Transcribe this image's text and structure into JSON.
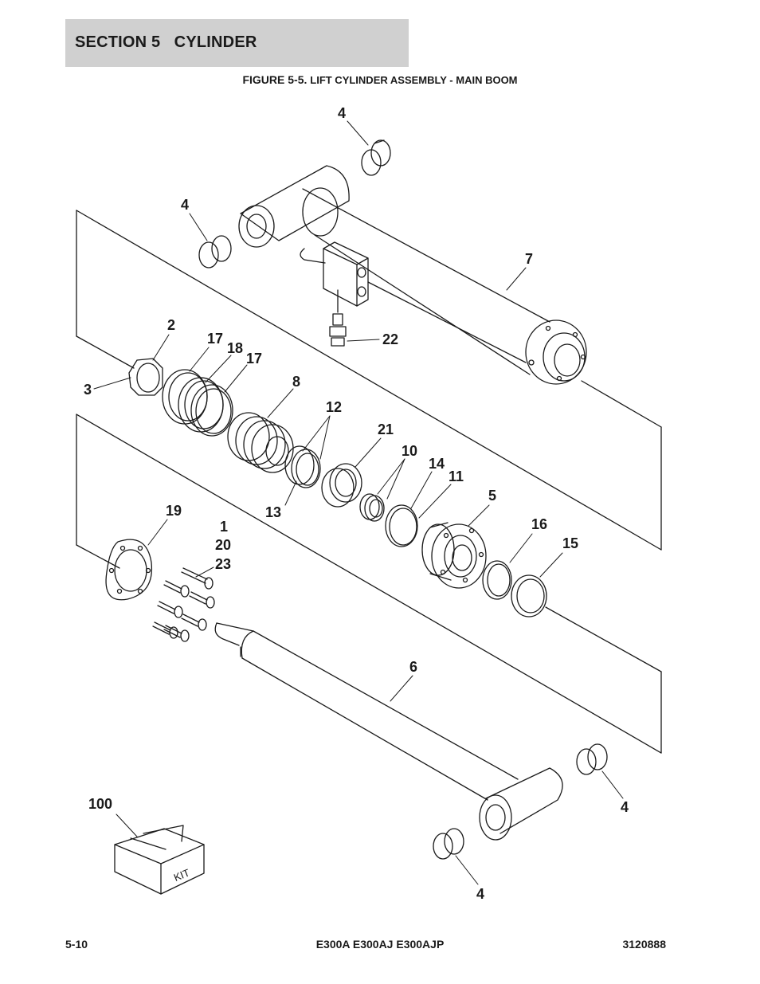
{
  "header": {
    "section": "SECTION 5",
    "title": "CYLINDER"
  },
  "figure": {
    "number": "FIGURE 5-5.",
    "title": "LIFT CYLINDER ASSEMBLY - MAIN BOOM"
  },
  "callouts": {
    "c4_top": "4",
    "c4_left": "4",
    "c7": "7",
    "c22": "22",
    "c2": "2",
    "c3": "3",
    "c17a": "17",
    "c18": "18",
    "c17b": "17",
    "c8": "8",
    "c12": "12",
    "c13": "13",
    "c21": "21",
    "c10": "10",
    "c14": "14",
    "c11": "11",
    "c5": "5",
    "c16": "16",
    "c15": "15",
    "c19": "19",
    "c1": "1",
    "c20": "20",
    "c23": "23",
    "c6": "6",
    "c100": "100",
    "c4_right": "4",
    "c4_bottom": "4"
  },
  "kit_label": "KIT",
  "footer": {
    "page": "5-10",
    "models": "E300A E300AJ E300AJP",
    "doc_number": "3120888"
  }
}
